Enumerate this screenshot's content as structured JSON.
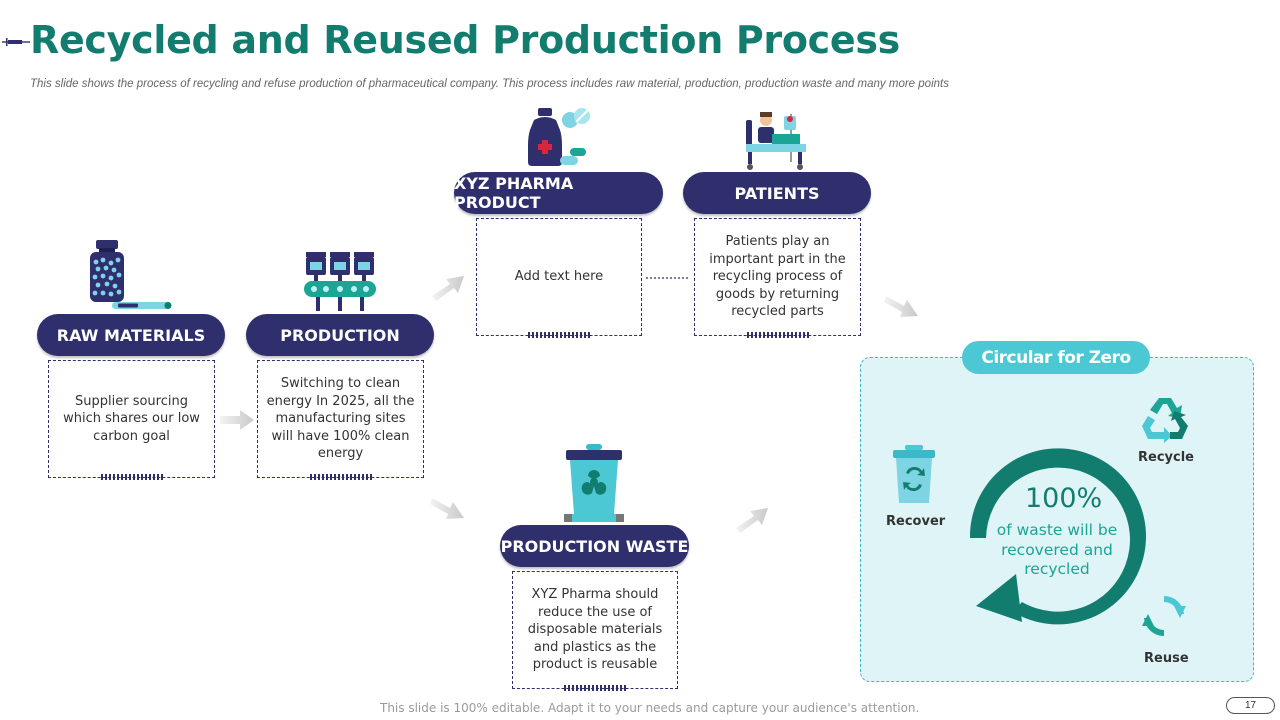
{
  "header": {
    "title": "Recycled and Reused Production Process",
    "subtitle": "This slide shows the process of recycling and refuse production of pharmaceutical company. This process includes raw material, production, production waste and many more points"
  },
  "steps": {
    "raw_materials": {
      "label": "RAW MATERIALS",
      "text": "Supplier sourcing which shares our low carbon goal",
      "icon": "medicine-bottle-thermometer-icon"
    },
    "production": {
      "label": "PRODUCTION",
      "text": "Switching to clean energy In 2025, all the manufacturing sites will have 100% clean energy",
      "icon": "conveyor-factory-icon"
    },
    "xyz_pharma_product": {
      "label": "XYZ PHARMA PRODUCT",
      "text": "Add text here",
      "icon": "pharma-bottle-pills-icon"
    },
    "patients": {
      "label": "PATIENTS",
      "text": "Patients play an important part in the recycling process of goods by returning recycled parts",
      "icon": "patient-bed-icon"
    },
    "production_waste": {
      "label": "PRODUCTION WASTE",
      "text": "XYZ Pharma should reduce the use of disposable materials and plastics as the product is reusable",
      "icon": "biohazard-bin-icon"
    }
  },
  "circular": {
    "title": "Circular for Zero",
    "percent": "100%",
    "text": "of waste will be recovered and recycled",
    "recover_label": "Recover",
    "recycle_label": "Recycle",
    "reuse_label": "Reuse"
  },
  "footer": {
    "note": "This slide is 100% editable. Adapt it to your needs and capture your audience's attention.",
    "page_number": "17"
  },
  "colors": {
    "title_green": "#127d6f",
    "navy": "#2e2f6c",
    "teal": "#4cc7d4",
    "panel": "#dff4f6"
  }
}
